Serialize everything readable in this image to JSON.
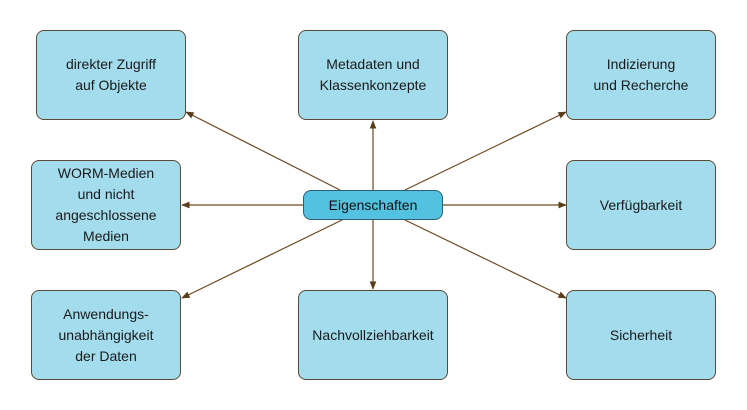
{
  "diagram": {
    "center": {
      "label": "Eigenschaften"
    },
    "nodes": [
      {
        "id": "direkter-zugriff",
        "label": "direkter Zugriff\nauf Objekte"
      },
      {
        "id": "metadaten",
        "label": "Metadaten und\nKlassenkonzepte"
      },
      {
        "id": "indizierung",
        "label": "Indizierung\nund Recherche"
      },
      {
        "id": "worm-medien",
        "label": "WORM-Medien\nund nicht\nangeschlossene Medien"
      },
      {
        "id": "verfuegbarkeit",
        "label": "Verfügbarkeit"
      },
      {
        "id": "anwendungsunabhaengigkeit",
        "label": "Anwendungs-\nunabhängigkeit\nder Daten"
      },
      {
        "id": "nachvollziehbarkeit",
        "label": "Nachvollziehbarkeit"
      },
      {
        "id": "sicherheit",
        "label": "Sicherheit"
      }
    ],
    "colors": {
      "node_fill": "#a3dced",
      "center_fill": "#53c2e0",
      "border": "#5a4a32",
      "edge": "#6b4a22"
    }
  }
}
